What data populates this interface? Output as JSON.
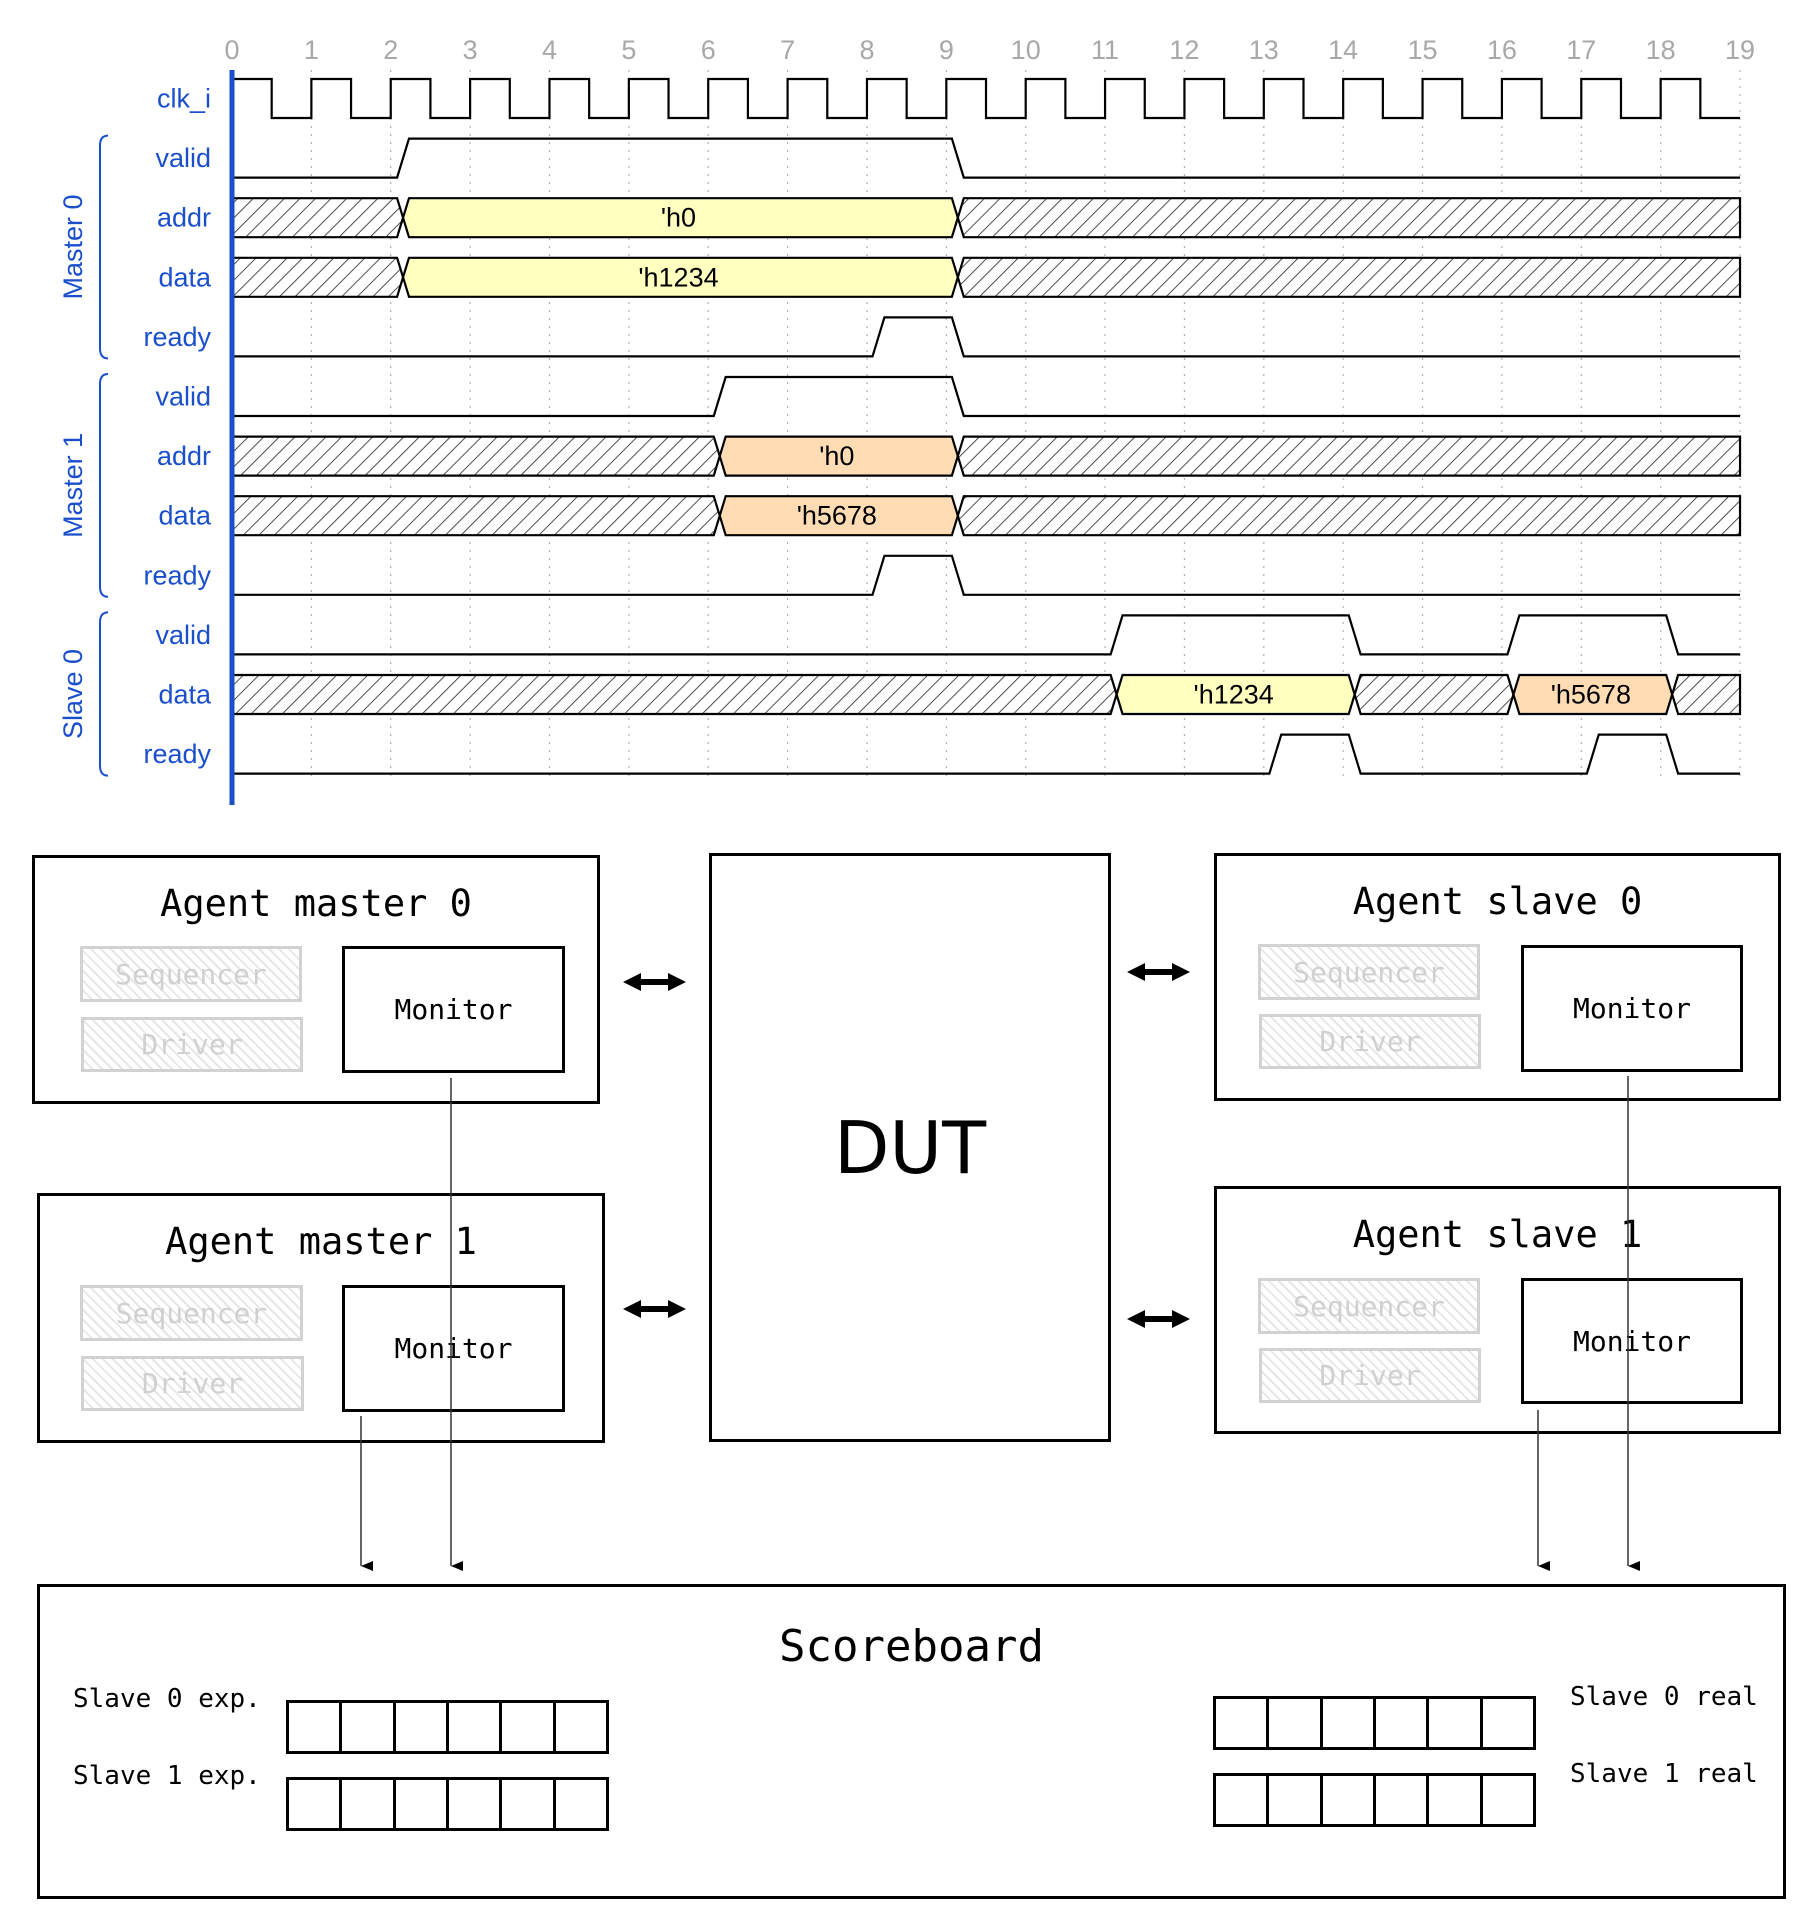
{
  "timing_diagram": {
    "time_ticks": [
      "0",
      "1",
      "2",
      "3",
      "4",
      "5",
      "6",
      "7",
      "8",
      "9",
      "10",
      "11",
      "12",
      "13",
      "14",
      "15",
      "16",
      "17",
      "18",
      "19"
    ],
    "time_end": 19,
    "colors": {
      "label": "#1a4fcc",
      "axis": "#1a4fcc",
      "tick_label": "#a8a8a8",
      "grid": "#b0b0b0",
      "wave": "#000000",
      "value_master0": "#ffffc0",
      "value_master1": "#ffdcb4"
    },
    "clock": {
      "name": "clk_i",
      "period": 1,
      "start_high": true
    },
    "groups": [
      {
        "name": "Master 0",
        "signals": [
          "valid",
          "addr",
          "data",
          "ready"
        ]
      },
      {
        "name": "Master 1",
        "signals": [
          "valid",
          "addr",
          "data",
          "ready"
        ]
      },
      {
        "name": "Slave 0",
        "signals": [
          "valid",
          "data",
          "ready"
        ]
      }
    ],
    "signals": [
      {
        "name": "clk_i",
        "kind": "clock"
      },
      {
        "name": "valid",
        "group": "Master 0",
        "kind": "bit",
        "edges": [
          [
            0,
            0
          ],
          [
            2.08,
            1
          ],
          [
            9.07,
            0
          ]
        ]
      },
      {
        "name": "addr",
        "group": "Master 0",
        "kind": "bus",
        "segments": [
          {
            "from": 0,
            "to": 2.08,
            "value": null
          },
          {
            "from": 2.08,
            "to": 9.07,
            "value": "'h0",
            "color": "value_master0"
          },
          {
            "from": 9.07,
            "to": 19,
            "value": null
          }
        ]
      },
      {
        "name": "data",
        "group": "Master 0",
        "kind": "bus",
        "segments": [
          {
            "from": 0,
            "to": 2.08,
            "value": null
          },
          {
            "from": 2.08,
            "to": 9.07,
            "value": "'h1234",
            "color": "value_master0"
          },
          {
            "from": 9.07,
            "to": 19,
            "value": null
          }
        ]
      },
      {
        "name": "ready",
        "group": "Master 0",
        "kind": "bit",
        "edges": [
          [
            0,
            0
          ],
          [
            8.07,
            1
          ],
          [
            9.07,
            0
          ]
        ]
      },
      {
        "name": "valid",
        "group": "Master 1",
        "kind": "bit",
        "edges": [
          [
            0,
            0
          ],
          [
            6.07,
            1
          ],
          [
            9.07,
            0
          ]
        ]
      },
      {
        "name": "addr",
        "group": "Master 1",
        "kind": "bus",
        "segments": [
          {
            "from": 0,
            "to": 6.07,
            "value": null
          },
          {
            "from": 6.07,
            "to": 9.07,
            "value": "'h0",
            "color": "value_master1"
          },
          {
            "from": 9.07,
            "to": 19,
            "value": null
          }
        ]
      },
      {
        "name": "data",
        "group": "Master 1",
        "kind": "bus",
        "segments": [
          {
            "from": 0,
            "to": 6.07,
            "value": null
          },
          {
            "from": 6.07,
            "to": 9.07,
            "value": "'h5678",
            "color": "value_master1"
          },
          {
            "from": 9.07,
            "to": 19,
            "value": null
          }
        ]
      },
      {
        "name": "ready",
        "group": "Master 1",
        "kind": "bit",
        "edges": [
          [
            0,
            0
          ],
          [
            8.07,
            1
          ],
          [
            9.07,
            0
          ]
        ]
      },
      {
        "name": "valid",
        "group": "Slave 0",
        "kind": "bit",
        "edges": [
          [
            0,
            0
          ],
          [
            11.07,
            1
          ],
          [
            14.07,
            0
          ],
          [
            16.07,
            1
          ],
          [
            18.07,
            0
          ]
        ]
      },
      {
        "name": "data",
        "group": "Slave 0",
        "kind": "bus",
        "segments": [
          {
            "from": 0,
            "to": 11.07,
            "value": null
          },
          {
            "from": 11.07,
            "to": 14.07,
            "value": "'h1234",
            "color": "value_master0"
          },
          {
            "from": 14.07,
            "to": 16.07,
            "value": null
          },
          {
            "from": 16.07,
            "to": 18.07,
            "value": "'h5678",
            "color": "value_master1"
          },
          {
            "from": 18.07,
            "to": 19,
            "value": null
          }
        ]
      },
      {
        "name": "ready",
        "group": "Slave 0",
        "kind": "bit",
        "edges": [
          [
            0,
            0
          ],
          [
            13.07,
            1
          ],
          [
            14.07,
            0
          ],
          [
            17.07,
            1
          ],
          [
            18.07,
            0
          ]
        ]
      }
    ]
  },
  "block_diagram": {
    "agents": {
      "master0": {
        "title": "Agent master 0",
        "sequencer": "Sequencer",
        "driver": "Driver",
        "monitor": "Monitor"
      },
      "master1": {
        "title": "Agent master 1",
        "sequencer": "Sequencer",
        "driver": "Driver",
        "monitor": "Monitor"
      },
      "slave0": {
        "title": "Agent slave 0",
        "sequencer": "Sequencer",
        "driver": "Driver",
        "monitor": "Monitor"
      },
      "slave1": {
        "title": "Agent slave 1",
        "sequencer": "Sequencer",
        "driver": "Driver",
        "monitor": "Monitor"
      }
    },
    "dut": {
      "label": "DUT"
    },
    "scoreboard": {
      "title": "Scoreboard",
      "queues": [
        {
          "label": "Slave 0 exp.",
          "cells": 6
        },
        {
          "label": "Slave 1 exp.",
          "cells": 6
        },
        {
          "label": "Slave 0 real",
          "cells": 6
        },
        {
          "label": "Slave 1 real",
          "cells": 6
        }
      ]
    },
    "connections": [
      {
        "from": "master0",
        "to": "dut",
        "type": "bidirectional"
      },
      {
        "from": "master1",
        "to": "dut",
        "type": "bidirectional"
      },
      {
        "from": "dut",
        "to": "slave0",
        "type": "bidirectional"
      },
      {
        "from": "dut",
        "to": "slave1",
        "type": "bidirectional"
      },
      {
        "from": "master0.monitor",
        "to": "scoreboard",
        "type": "arrow"
      },
      {
        "from": "master1.monitor",
        "to": "scoreboard",
        "type": "arrow"
      },
      {
        "from": "slave0.monitor",
        "to": "scoreboard",
        "type": "arrow"
      },
      {
        "from": "slave1.monitor",
        "to": "scoreboard",
        "type": "arrow"
      }
    ]
  }
}
